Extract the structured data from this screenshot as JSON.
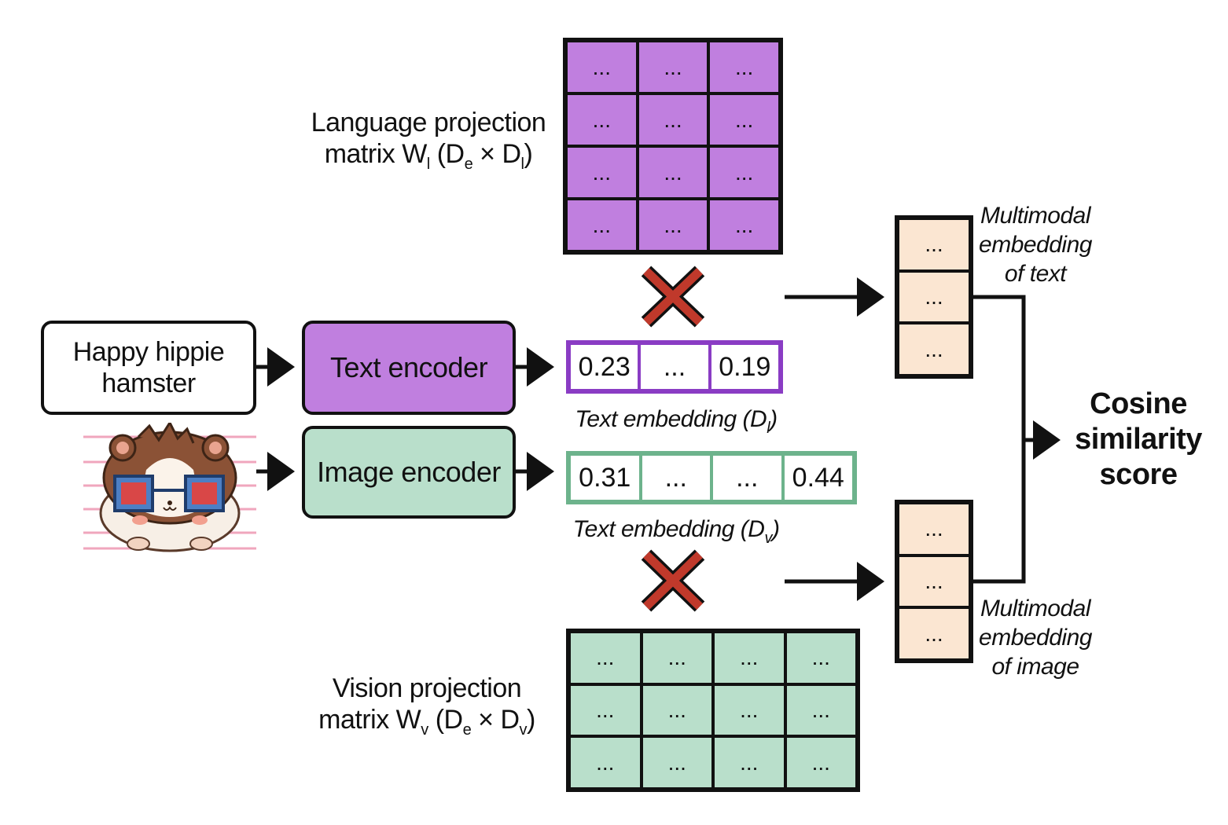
{
  "language_matrix": {
    "label_line1": "Language projection",
    "label_line2_prefix": "matrix W",
    "label_line2_sub1": "l",
    "label_line2_mid": " (D",
    "label_line2_sub2": "e",
    "label_line2_mid2": " × D",
    "label_line2_sub3": "l",
    "label_line2_suffix": ")",
    "cells": [
      "...",
      "...",
      "...",
      "...",
      "...",
      "...",
      "...",
      "...",
      "...",
      "...",
      "...",
      "..."
    ],
    "color": "#c07fdf"
  },
  "vision_matrix": {
    "label_line1": "Vision projection",
    "label_line2_prefix": "matrix W",
    "label_line2_sub1": "v",
    "label_line2_mid": " (D",
    "label_line2_sub2": "e",
    "label_line2_mid2": " × D",
    "label_line2_sub3": "v",
    "label_line2_suffix": ")",
    "cells": [
      "...",
      "...",
      "...",
      "...",
      "...",
      "...",
      "...",
      "...",
      "...",
      "...",
      "...",
      "..."
    ],
    "color": "#b9dfcb"
  },
  "input_text": {
    "line1": "Happy hippie",
    "line2": "hamster"
  },
  "text_encoder": {
    "label": "Text encoder",
    "color": "#c07fdf"
  },
  "image_encoder": {
    "label": "Image encoder",
    "color": "#b9dfcb"
  },
  "text_embedding": {
    "values": [
      "0.23",
      "...",
      "0.19"
    ],
    "caption_prefix": "Text embedding (D",
    "caption_sub": "l",
    "caption_suffix": ")",
    "border_color": "#8a3cc4"
  },
  "image_embedding": {
    "values": [
      "0.31",
      "...",
      "...",
      "0.44"
    ],
    "caption_prefix": "Text embedding (D",
    "caption_sub": "v",
    "caption_suffix": ")",
    "border_color": "#6db38c"
  },
  "multimodal_text": {
    "cells": [
      "...",
      "...",
      "..."
    ],
    "label_line1": "Multimodal",
    "label_line2": "embedding",
    "label_line3": "of text",
    "color": "#fbe6d2"
  },
  "multimodal_image": {
    "cells": [
      "...",
      "...",
      "..."
    ],
    "label_line1": "Multimodal",
    "label_line2": "embedding",
    "label_line3": "of image",
    "color": "#fbe6d2"
  },
  "result": {
    "line1": "Cosine",
    "line2": "similarity",
    "line3": "score"
  },
  "icons": {
    "multiply": "multiply-cross-icon",
    "arrow": "arrow-right-icon",
    "hamster": "hamster-image"
  },
  "colors": {
    "cross": "#c0392b",
    "stroke": "#111111"
  }
}
